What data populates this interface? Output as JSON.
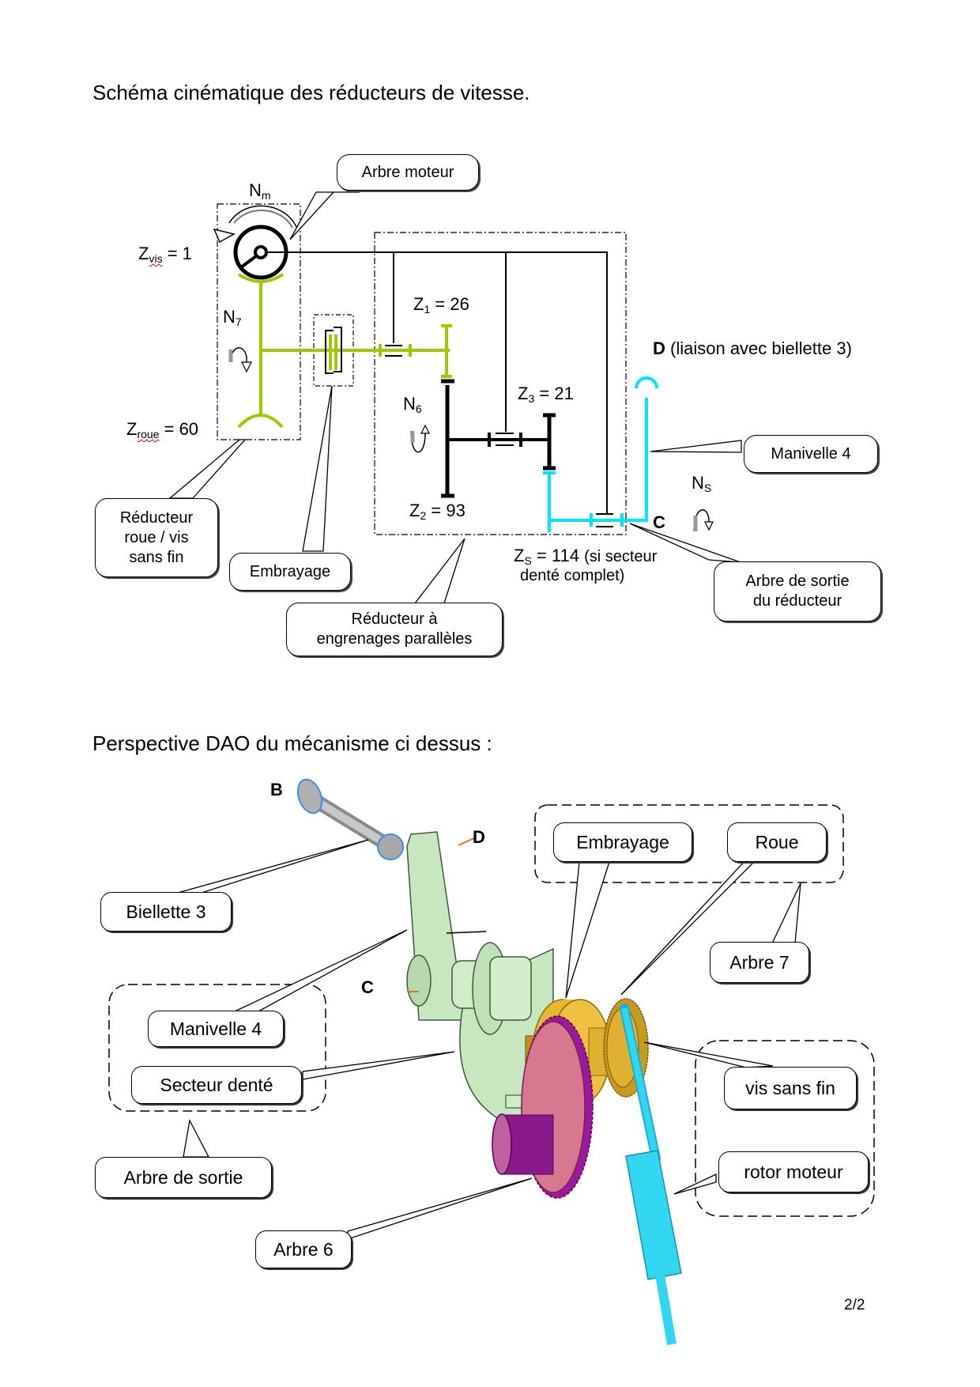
{
  "page": {
    "title_top": "Schéma cinématique des réducteurs de vitesse.",
    "title_bottom": "Perspective DAO du mécanisme ci dessus :",
    "page_number": "2/2"
  },
  "schema": {
    "callouts": {
      "arbre_moteur": "Arbre moteur",
      "reducteur_roue_vis": [
        "Réducteur",
        "roue / vis",
        "sans fin"
      ],
      "embrayage": "Embrayage",
      "reducteur_engrenages": [
        "Réducteur à",
        "engrenages parallèles"
      ],
      "manivelle": "Manivelle 4",
      "arbre_sortie": [
        "Arbre de sortie",
        "du réducteur"
      ]
    },
    "labels": {
      "nm": {
        "base": "N",
        "sub": "m"
      },
      "n7": {
        "base": "N",
        "sub": "7"
      },
      "n6": {
        "base": "N",
        "sub": "6"
      },
      "ns": {
        "base": "N",
        "sub": "S"
      },
      "zvis": {
        "base": "Z",
        "sub": "vis",
        "value": "= 1"
      },
      "zroue": {
        "base": "Z",
        "sub": "roue",
        "value": "= 60"
      },
      "z1": {
        "base": "Z",
        "sub": "1",
        "value": "= 26"
      },
      "z2": {
        "base": "Z",
        "sub": "2",
        "value": "= 93"
      },
      "z3": {
        "base": "Z",
        "sub": "3",
        "value": "= 21"
      },
      "zs": {
        "base": "Z",
        "sub": "S",
        "value": "= 114",
        "note1": "(si secteur",
        "note2": "denté complet)"
      },
      "point_d": "D",
      "point_d_note": "(liaison avec biellette 3)",
      "point_c": "C"
    },
    "colors": {
      "arbre7": "#99cc00",
      "arbre6": "#000000",
      "arbre_sortie": "#00e5ff",
      "bati": "#000000"
    }
  },
  "perspective": {
    "points": {
      "b": "B",
      "d": "D",
      "c": "C"
    },
    "callouts": {
      "biellette": "Biellette 3",
      "manivelle": "Manivelle 4",
      "secteur": "Secteur denté",
      "arbre_sortie": "Arbre de sortie",
      "embrayage": "Embrayage",
      "roue": "Roue",
      "arbre7": "Arbre 7",
      "vis": "vis sans fin",
      "rotor": "rotor moteur",
      "arbre6": "Arbre 6"
    },
    "colors": {
      "green_part": "#c8e6c0",
      "gold_part": "#e8b830",
      "pink_gear": "#d87890",
      "purple_gear": "#8a1a8a",
      "cyan_shaft": "#33d6f0",
      "grey_rod": "#b8b8b8"
    }
  }
}
